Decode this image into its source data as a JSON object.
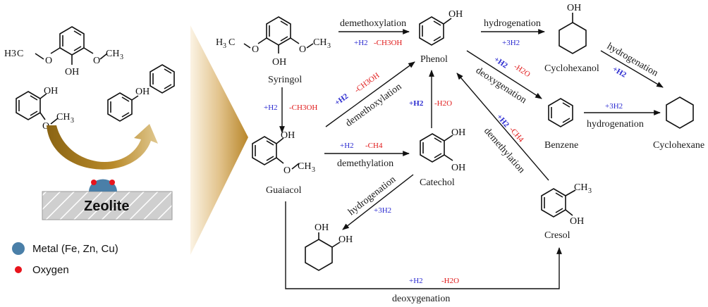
{
  "legend": {
    "zeolite_label": "Zeolite",
    "metal_label": "Metal (Fe, Zn, Cu)",
    "oxygen_label": "Oxygen",
    "metal_color": "#4a7fa8",
    "oxygen_color": "#e8141c"
  },
  "compounds": {
    "syringol": "Syringol",
    "phenol": "Phenol",
    "cyclohexanol": "Cyclohexanol",
    "benzene": "Benzene",
    "cyclohexane": "Cyclohexane",
    "guaiacol": "Guaiacol",
    "catechol": "Catechol",
    "cresol": "Cresol"
  },
  "reactions": {
    "demethoxylation": "demethoxylation",
    "hydrogenation": "hydrogenation",
    "deoxygenation": "deoxygenation",
    "demethylation": "demethylation",
    "h2": "+H2",
    "three_h2": "+3H2",
    "minus_ch3oh": "-CH3OH",
    "minus_h2o": "-H2O",
    "minus_ch4": "-CH4"
  },
  "colors": {
    "reagent_add": "#2a2ad0",
    "reagent_remove": "#e01818",
    "funnel_gold": "#b8862a"
  }
}
